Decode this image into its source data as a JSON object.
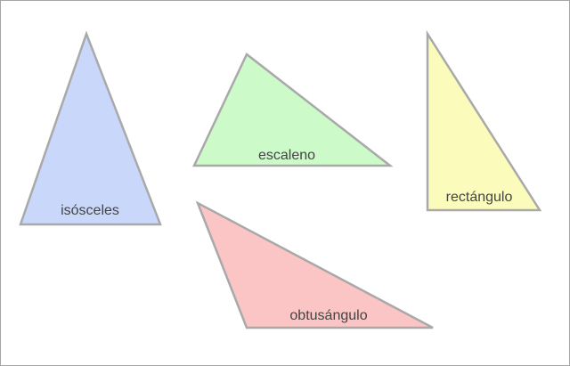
{
  "triangles": [
    {
      "id": "isosceles",
      "label": "isósceles",
      "fill": "#c9d7fb"
    },
    {
      "id": "scalene",
      "label": "escaleno",
      "fill": "#ccfbc9"
    },
    {
      "id": "right",
      "label": "rectángulo",
      "fill": "#fbfbbb"
    },
    {
      "id": "obtuse",
      "label": "obtusángulo",
      "fill": "#fbc5c5"
    }
  ],
  "colors": {
    "stroke": "#a9a9a9",
    "text": "#444444",
    "frame": "#a6a6a6"
  }
}
